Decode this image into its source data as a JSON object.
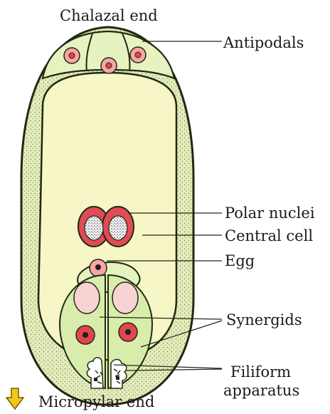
{
  "labels": {
    "top": "Chalazal end",
    "antipodals": "Antipodals",
    "polar_nuclei": "Polar nuclei",
    "central_cell": "Central cell",
    "egg": "Egg",
    "synergids": "Synergids",
    "filiform_line1": "Filiform",
    "filiform_line2": "apparatus",
    "bottom": "Micropylar end"
  },
  "colors": {
    "wall_outer": "#e9f0c4",
    "wall_dots": "#7a8a4a",
    "central_cell": "#f6f5c4",
    "cell_green": "#d8ecac",
    "cell_green_light": "#e6f2c0",
    "nucleus_pink": "#f6a6a6",
    "nucleus_red": "#e2454d",
    "vacuole": "#f9d3d3",
    "arrow": "#f5c518",
    "outline": "#1f2a12"
  }
}
